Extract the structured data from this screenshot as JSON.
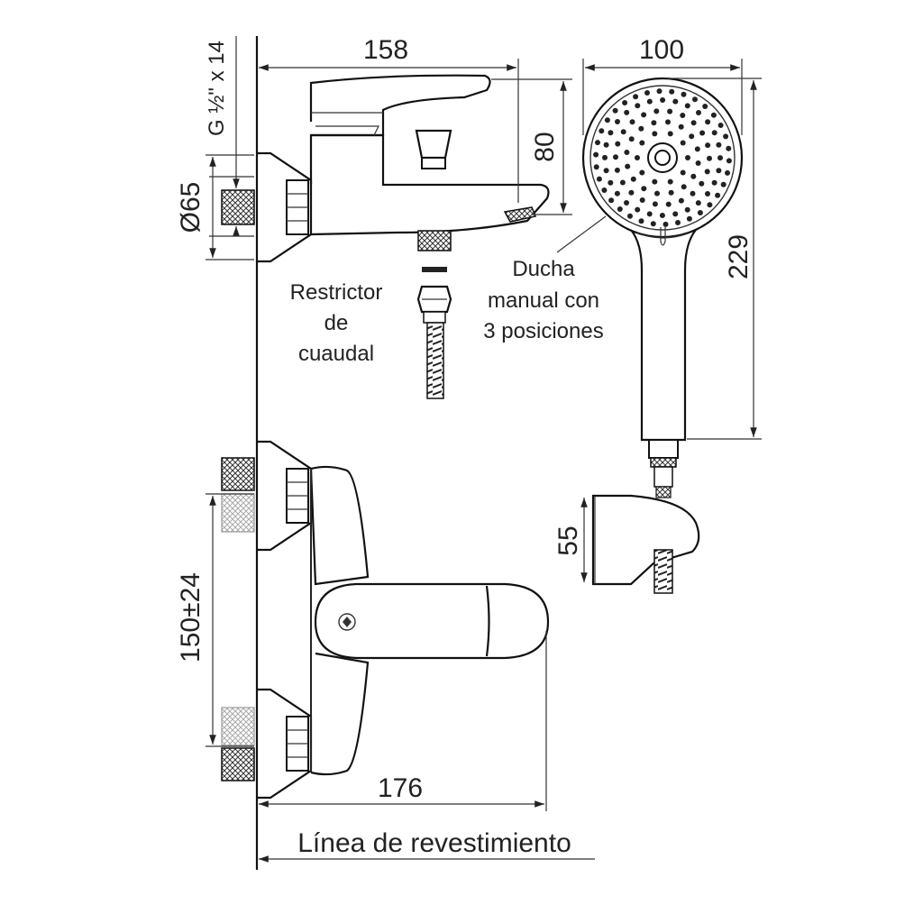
{
  "labels": {
    "thread_spec": "G ½\" x 14",
    "top_width": "158",
    "top_height": "80",
    "diameter": "Ø65",
    "shower_width": "100",
    "shower_height": "229",
    "holder_height": "55",
    "bottom_spacing": "150±24",
    "bottom_width": "176",
    "restrictor": [
      "Restrictor",
      "de",
      "cuaudal"
    ],
    "shower_desc": [
      "Ducha",
      "manual con",
      "3 posiciones"
    ],
    "cladding_line": "Línea de revestimiento"
  }
}
